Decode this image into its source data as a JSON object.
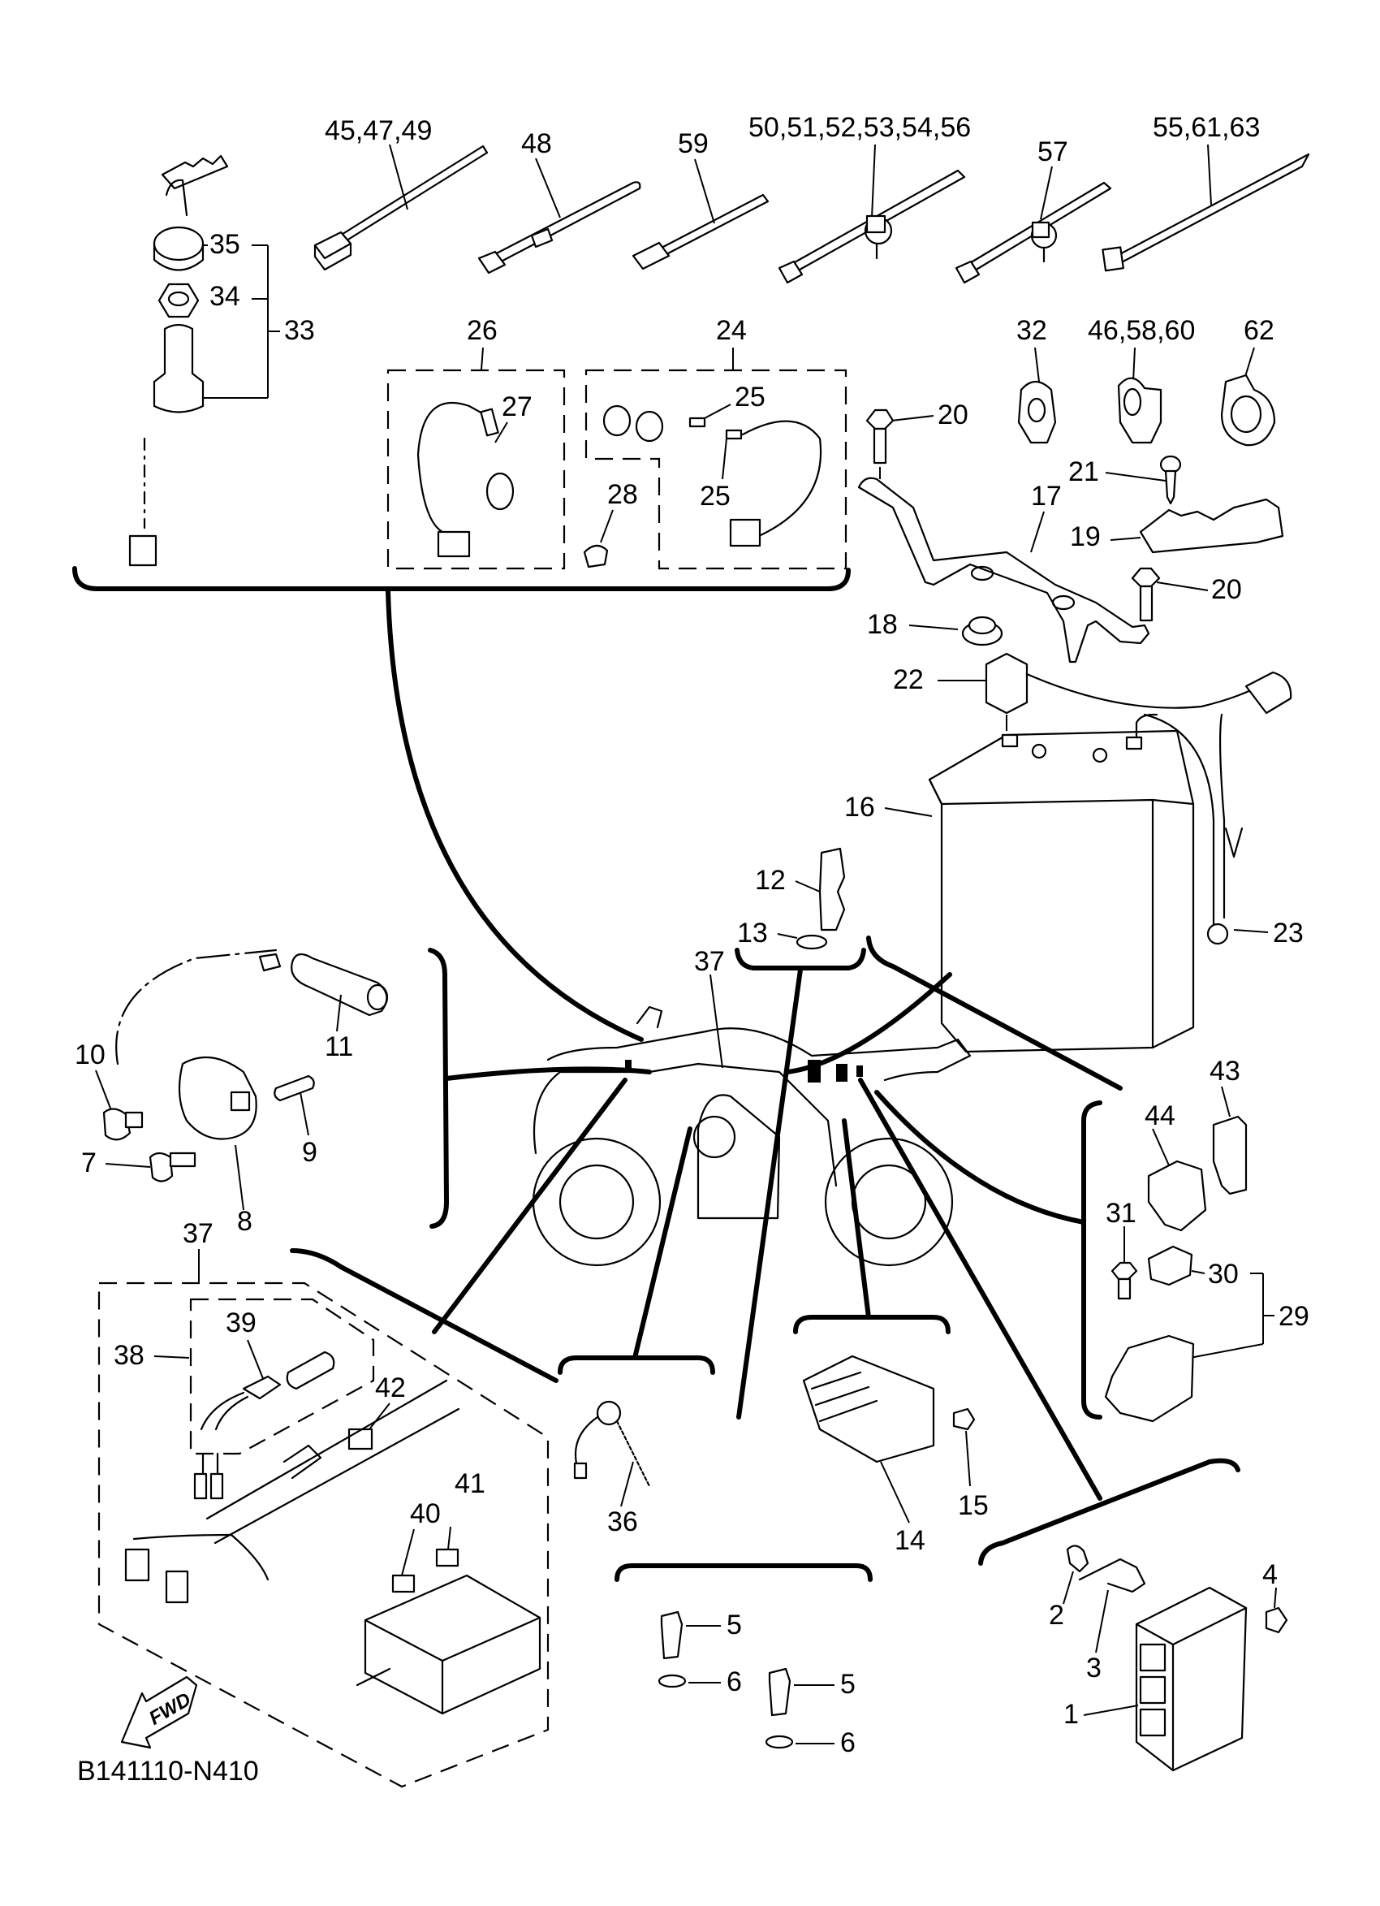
{
  "diagram": {
    "type": "exploded-parts-diagram",
    "subject": "ATV electrical components",
    "diagram_code": "B141110-N410",
    "direction_indicator": "FWD",
    "callouts": [
      {
        "id": "c45",
        "text": "45,47,49"
      },
      {
        "id": "c48",
        "text": "48"
      },
      {
        "id": "c59",
        "text": "59"
      },
      {
        "id": "c50",
        "text": "50,51,52,53,54,56"
      },
      {
        "id": "c57",
        "text": "57"
      },
      {
        "id": "c55",
        "text": "55,61,63"
      },
      {
        "id": "c35",
        "text": "35"
      },
      {
        "id": "c34",
        "text": "34"
      },
      {
        "id": "c33",
        "text": "33"
      },
      {
        "id": "c26",
        "text": "26"
      },
      {
        "id": "c27",
        "text": "27"
      },
      {
        "id": "c24",
        "text": "24"
      },
      {
        "id": "c25a",
        "text": "25"
      },
      {
        "id": "c25b",
        "text": "25"
      },
      {
        "id": "c28",
        "text": "28"
      },
      {
        "id": "c32",
        "text": "32"
      },
      {
        "id": "c46",
        "text": "46,58,60"
      },
      {
        "id": "c62",
        "text": "62"
      },
      {
        "id": "c20a",
        "text": "20"
      },
      {
        "id": "c21",
        "text": "21"
      },
      {
        "id": "c17",
        "text": "17"
      },
      {
        "id": "c19",
        "text": "19"
      },
      {
        "id": "c20b",
        "text": "20"
      },
      {
        "id": "c18",
        "text": "18"
      },
      {
        "id": "c22",
        "text": "22"
      },
      {
        "id": "c16",
        "text": "16"
      },
      {
        "id": "c12",
        "text": "12"
      },
      {
        "id": "c13",
        "text": "13"
      },
      {
        "id": "c23",
        "text": "23"
      },
      {
        "id": "c37a",
        "text": "37"
      },
      {
        "id": "c11",
        "text": "11"
      },
      {
        "id": "c10",
        "text": "10"
      },
      {
        "id": "c9",
        "text": "9"
      },
      {
        "id": "c8",
        "text": "8"
      },
      {
        "id": "c7",
        "text": "7"
      },
      {
        "id": "c43",
        "text": "43"
      },
      {
        "id": "c44",
        "text": "44"
      },
      {
        "id": "c31",
        "text": "31"
      },
      {
        "id": "c30",
        "text": "30"
      },
      {
        "id": "c29",
        "text": "29"
      },
      {
        "id": "c37b",
        "text": "37"
      },
      {
        "id": "c38",
        "text": "38"
      },
      {
        "id": "c39",
        "text": "39"
      },
      {
        "id": "c42",
        "text": "42"
      },
      {
        "id": "c41",
        "text": "41"
      },
      {
        "id": "c40",
        "text": "40"
      },
      {
        "id": "c36",
        "text": "36"
      },
      {
        "id": "c15",
        "text": "15"
      },
      {
        "id": "c14",
        "text": "14"
      },
      {
        "id": "c5a",
        "text": "5"
      },
      {
        "id": "c6a",
        "text": "6"
      },
      {
        "id": "c5b",
        "text": "5"
      },
      {
        "id": "c6b",
        "text": "6"
      },
      {
        "id": "c2",
        "text": "2"
      },
      {
        "id": "c4",
        "text": "4"
      },
      {
        "id": "c3",
        "text": "3"
      },
      {
        "id": "c1",
        "text": "1"
      }
    ]
  }
}
